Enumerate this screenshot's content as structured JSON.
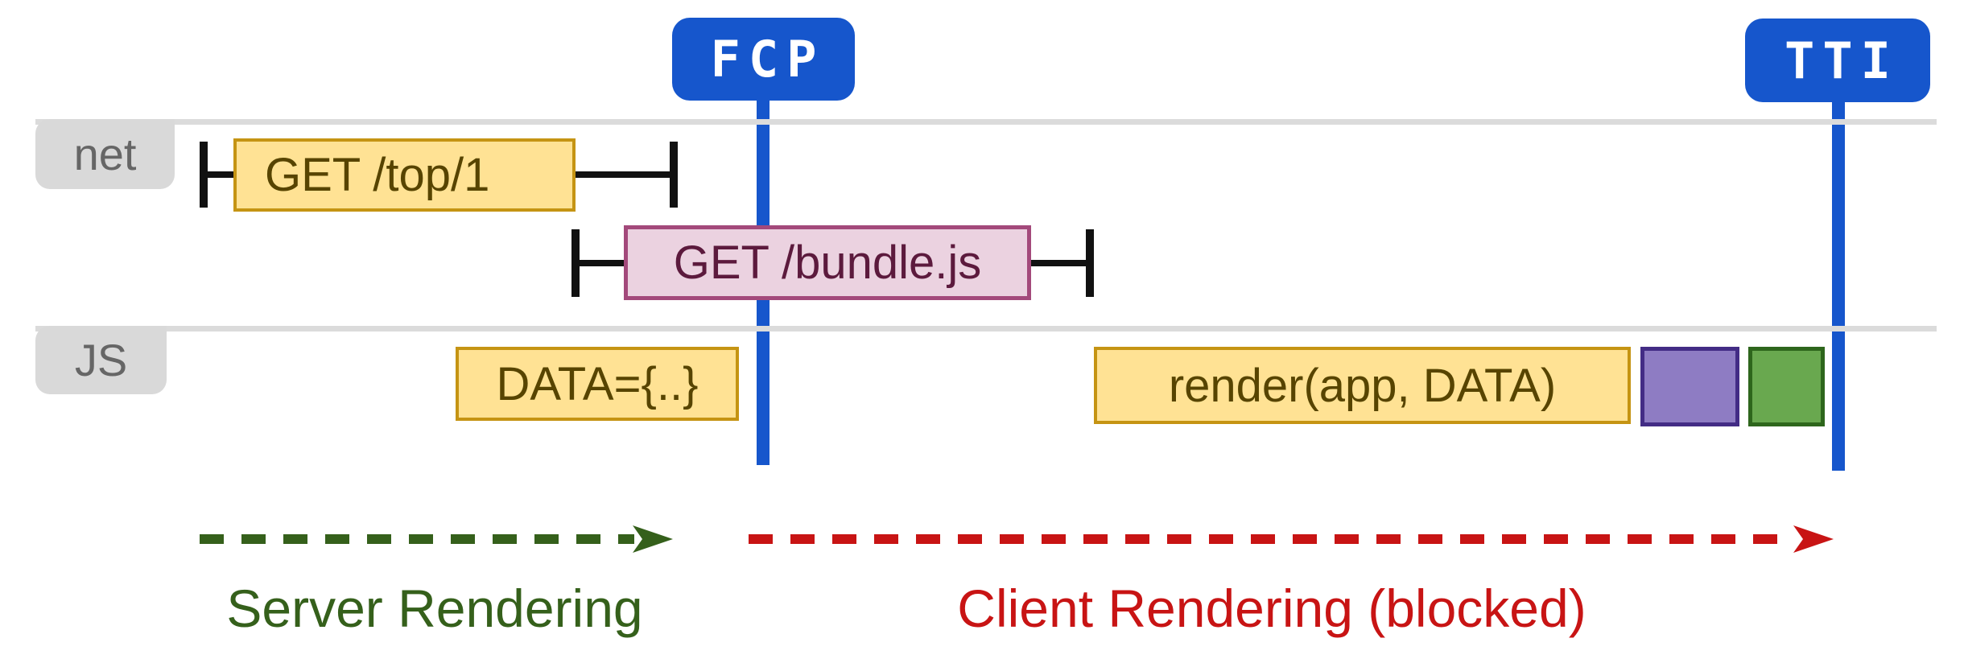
{
  "markers": {
    "fcp": "FCP",
    "tti": "TTI"
  },
  "lanes": {
    "net": "net",
    "js": "JS"
  },
  "network_tasks": [
    {
      "label": "GET /top/1"
    },
    {
      "label": "GET /bundle.js"
    }
  ],
  "js_tasks": [
    {
      "label": "DATA={..}"
    },
    {
      "label": "render(app, DATA)"
    }
  ],
  "phases": {
    "server": "Server Rendering",
    "client": "Client Rendering (blocked)"
  },
  "colors": {
    "marker_blue": "#1656CC",
    "lane_gray_line": "#DBDBDB",
    "lane_label_bg": "#D9D9D9",
    "lane_label_text": "#666666",
    "task_yellow_fill": "#FFE294",
    "task_yellow_border": "#C59413",
    "task_yellow_text": "#574400",
    "task_pink_fill": "#EBD2E0",
    "task_pink_border": "#A3497B",
    "task_pink_text": "#5C1A3D",
    "task_purple_fill": "#8E7CC3",
    "task_purple_border": "#432C85",
    "task_green_fill": "#69A84F",
    "task_green_border": "#2E661C",
    "whisker_black": "#111111",
    "server_phase_green": "#35601B",
    "client_phase_red": "#C81414"
  }
}
